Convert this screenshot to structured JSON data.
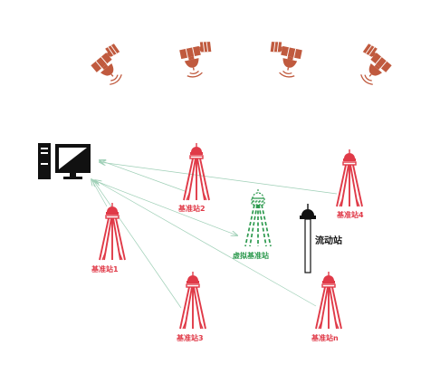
{
  "colors": {
    "satellite": "#c05a3e",
    "base_station": "#e03a48",
    "virtual_station": "#2e9a4f",
    "rover": "#111111",
    "link_line": "#9ecfb6",
    "computer": "#111111"
  },
  "icons": {
    "satellite": "satellite-icon",
    "computer": "computer-icon",
    "tripod": "tripod-icon",
    "rover_pole": "rover-pole-icon"
  },
  "stations": {
    "base1": "基准站1",
    "base2": "基准站2",
    "base3": "基准站3",
    "base4": "基准站4",
    "basen": "基准站n",
    "virtual": "虚拟基准站",
    "rover": "流动站"
  }
}
